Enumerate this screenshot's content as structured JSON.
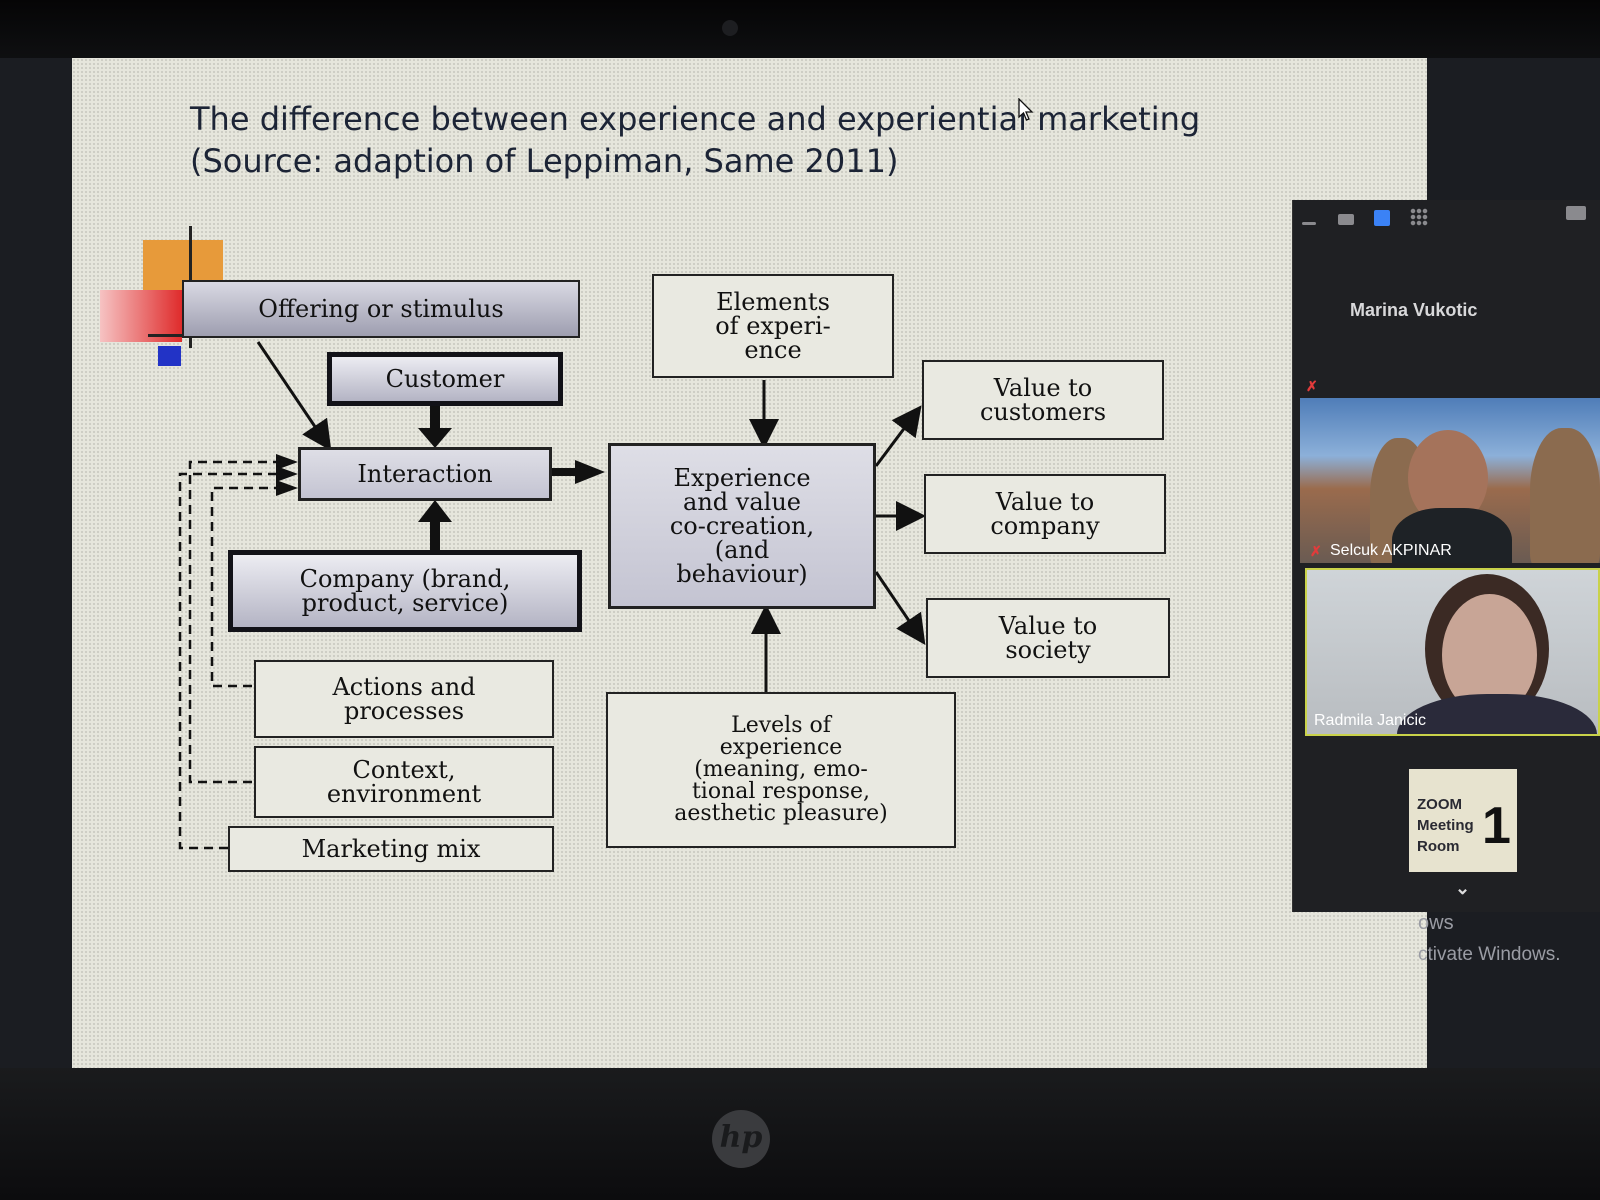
{
  "slide": {
    "title_line1": "The difference between experience and experiential marketing",
    "title_line2": "(Source: adaption of Leppiman, Same 2011)"
  },
  "diagram": {
    "offering": "Offering or stimulus",
    "customer": "Customer",
    "interaction": "Interaction",
    "company": [
      "Company (brand,",
      "product, service)"
    ],
    "actions": [
      "Actions and",
      "processes"
    ],
    "context": [
      "Context,",
      "environment"
    ],
    "marketing_mix": "Marketing mix",
    "elements": [
      "Elements",
      "of experi-",
      "ence"
    ],
    "experience": [
      "Experience",
      "and value",
      "co-creation,",
      "(and",
      "behaviour)"
    ],
    "levels": [
      "Levels of",
      "experience",
      "(meaning, emo-",
      "tional response,",
      "aesthetic pleasure)"
    ],
    "value_customers": [
      "Value to",
      "customers"
    ],
    "value_company": [
      "Value to",
      "company"
    ],
    "value_society": [
      "Value to",
      "society"
    ]
  },
  "zoom": {
    "host_name": "Marina Vukotic",
    "participant1": "Selcuk AKPINAR",
    "participant2": "Radmila Janicic",
    "room_line1": "ZOOM",
    "room_line2": "Meeting",
    "room_line3": "Room",
    "room_number": "1"
  },
  "windows": {
    "activate_line1": "ows",
    "activate_line2": "ctivate Windows."
  },
  "brand": "hp",
  "colors": {
    "slide_bg": "#e6e6dc",
    "title_text": "#1c2436",
    "zoom_panel": "#1f2023",
    "active_speaker_border": "#c9d24a"
  }
}
